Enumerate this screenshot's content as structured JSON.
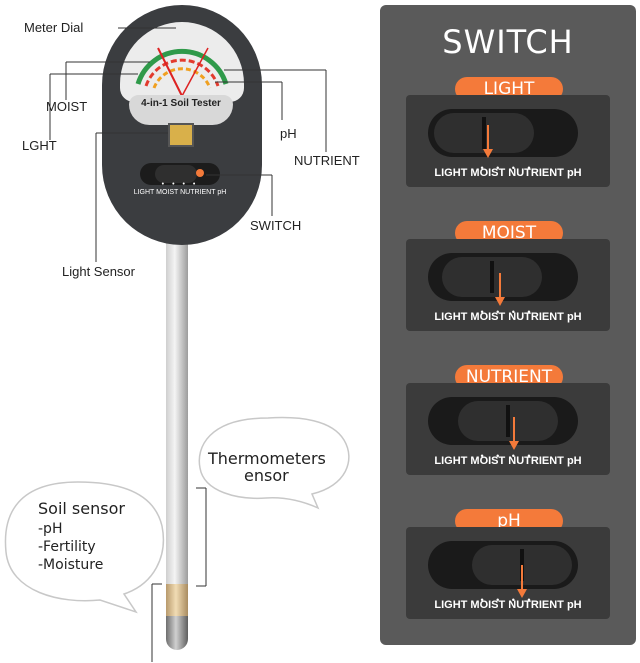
{
  "device": {
    "brand_label": "4-in-1 Soil Tester",
    "switch_positions_label": "LIGHT MOIST NUTRIENT pH"
  },
  "callouts": {
    "meter_dial": "Meter Dial",
    "moist": "MOIST",
    "light": "LGHT",
    "ph": "pH",
    "nutrient": "NUTRIENT",
    "switch": "SWITCH",
    "light_sensor": "Light Sensor"
  },
  "bubbles": {
    "thermo_line1": "Thermometers",
    "thermo_line2": "ensor",
    "soil_title": "Soil sensor",
    "soil_items": [
      "-pH",
      "-Fertility",
      "-Moisture"
    ]
  },
  "panel": {
    "title": "SWITCH",
    "positions_label": "LIGHT MOIST NUTRIENT pH",
    "dots": "• • • •",
    "modes": [
      {
        "name": "LIGHT"
      },
      {
        "name": "MOIST"
      },
      {
        "name": "NUTRIENT"
      },
      {
        "name": "pH"
      }
    ]
  },
  "colors": {
    "accent": "#f47a3a",
    "panel": "#5a5a5a",
    "device_body": "#3b3d40"
  }
}
